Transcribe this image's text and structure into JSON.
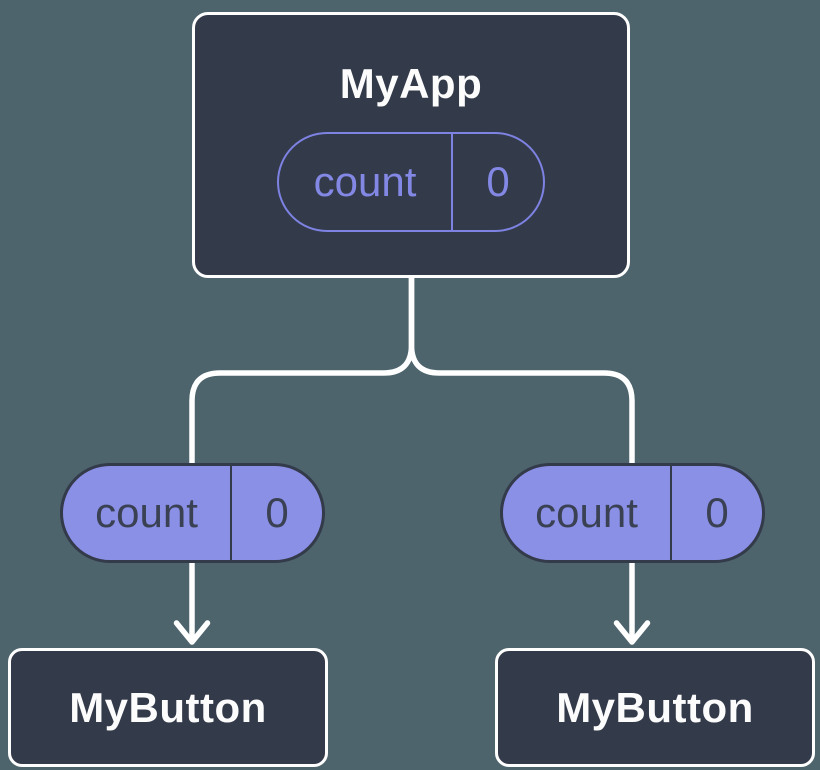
{
  "diagram": {
    "root": {
      "title": "MyApp",
      "pill": {
        "key": "count",
        "value": "0"
      }
    },
    "children": [
      {
        "title": "MyButton",
        "pill": {
          "key": "count",
          "value": "0"
        }
      },
      {
        "title": "MyButton",
        "pill": {
          "key": "count",
          "value": "0"
        }
      }
    ]
  },
  "colors": {
    "bg": "#4d646d",
    "node-bg": "#333a49",
    "node-border": "#ffffff",
    "line": "#ffffff",
    "pill-fill": "#8b90e7",
    "pill-outline": "#7d82e3",
    "pill-outline-text": "#8388e5",
    "pill-dark": "#333a49",
    "pill-dark-text": "#3a4153",
    "title-text": "#fcfcfd"
  }
}
